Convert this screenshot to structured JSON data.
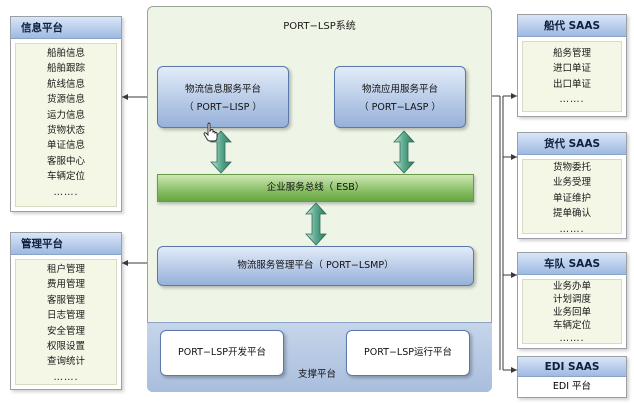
{
  "system": {
    "title": "PORT−LSP系统",
    "lisp": {
      "line1": "物流信息服务平台",
      "line2": "（ PORT−LISP ）"
    },
    "lasp": {
      "line1": "物流应用服务平台",
      "line2": "（ PORT−LASP ）"
    },
    "esb": "企业服务总线（ ESB）",
    "lsmp": "物流服务管理平台（ PORT−LSMP）",
    "dev": "PORT−LSP开发平台",
    "run": "PORT−LSP运行平台",
    "support": "支撑平台"
  },
  "info_platform": {
    "title": "信息平台",
    "items": [
      "船舶信息",
      "船舶跟踪",
      "航线信息",
      "货源信息",
      "运力信息",
      "货物状态",
      "单证信息",
      "客服中心",
      "车辆定位",
      "……."
    ]
  },
  "mgmt_platform": {
    "title": "管理平台",
    "items": [
      "租户管理",
      "费用管理",
      "客服管理",
      "日志管理",
      "安全管理",
      "权限设置",
      "查询统计",
      "……."
    ]
  },
  "ship_saas": {
    "title": "船代 SAAS",
    "items": [
      "船务管理",
      "进口单证",
      "出口单证",
      "……."
    ]
  },
  "cargo_saas": {
    "title": "货代 SAAS",
    "items": [
      "货物委托",
      "业务受理",
      "单证维护",
      "提单确认",
      "……."
    ]
  },
  "fleet_saas": {
    "title": "车队 SAAS",
    "items": [
      "业务办单",
      "计划调度",
      "业务回单",
      "车辆定位",
      "……."
    ]
  },
  "edi_saas": {
    "title": "EDI SAAS",
    "items": [
      "EDI 平台"
    ]
  },
  "colors": {
    "panel_head": "#9fb9e1",
    "panel_body": "#f4f7e6",
    "system_bg": "#eef4e6",
    "esb_green": "#7fb85a",
    "support_blue": "#a9bedd"
  },
  "icons": [
    "up-down-arrow-icon",
    "hand-cursor-icon"
  ]
}
